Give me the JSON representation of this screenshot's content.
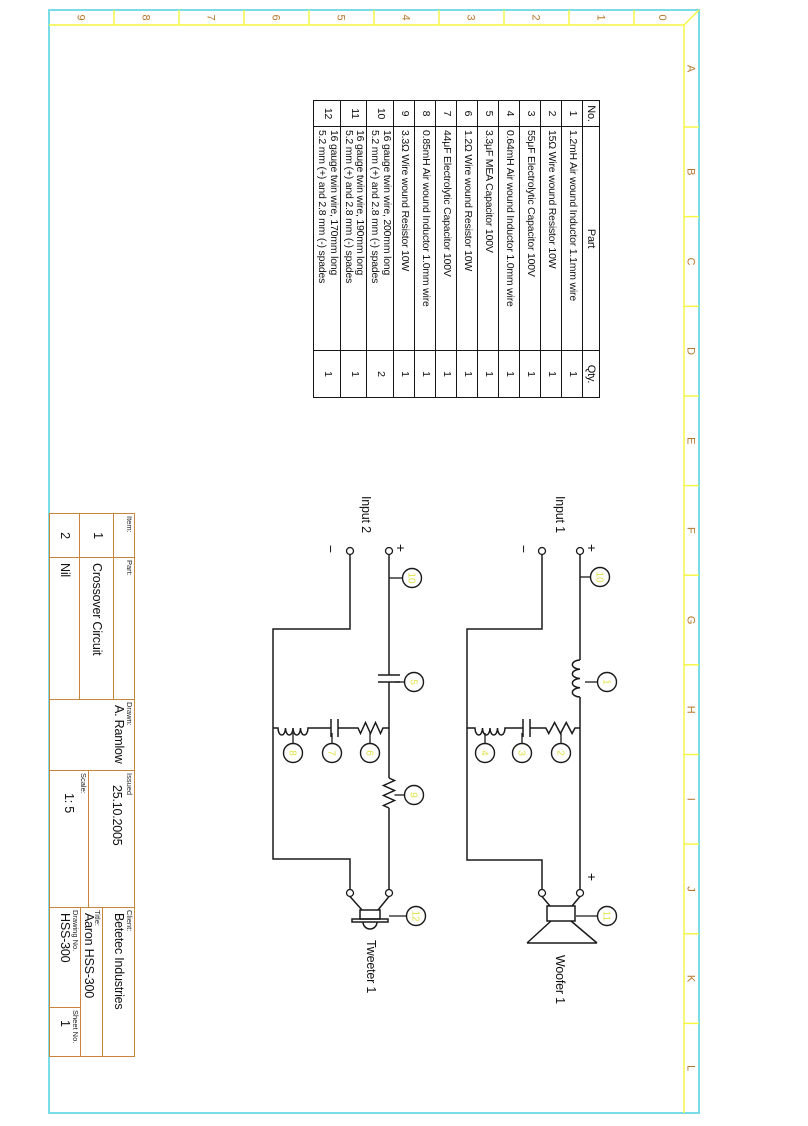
{
  "colors": {
    "page_border_cyan": "#79dce8",
    "inner_border_yellow": "#f6f63e",
    "grid_label_orange": "#b5772c",
    "title_block_line_orange": "#c8863c",
    "balloon_digit_yellow": "#e2e24a",
    "line_black": "#1a1a1a"
  },
  "grid": {
    "letters": [
      "A",
      "B",
      "C",
      "D",
      "E",
      "F",
      "G",
      "H",
      "I",
      "J",
      "K",
      "L"
    ],
    "numbers": [
      "0",
      "1",
      "2",
      "3",
      "4",
      "5",
      "6",
      "7",
      "8",
      "9"
    ]
  },
  "parts_table": {
    "headers": {
      "no": "No.",
      "part": "Part",
      "qty": "Qty."
    },
    "rows": [
      {
        "no": "1",
        "part": "1.2mH Air wound Inductor 1.1mm wire",
        "qty": "1"
      },
      {
        "no": "2",
        "part": "15Ω Wire wound Resistor 10W",
        "qty": "1"
      },
      {
        "no": "3",
        "part": "55μF Electrolytic Capacitor 100V",
        "qty": "1"
      },
      {
        "no": "4",
        "part": "0.64mH Air wound Inductor 1.0mm wire",
        "qty": "1"
      },
      {
        "no": "5",
        "part": "3.3μF MEA Capacitor 100V",
        "qty": "1"
      },
      {
        "no": "6",
        "part": "1.2Ω Wire wound Resistor 10W",
        "qty": "1"
      },
      {
        "no": "7",
        "part": "44μF Electrolytic Capacitor 100V",
        "qty": "1"
      },
      {
        "no": "8",
        "part": "0.85mH Air wound Inductor 1.0mm wire",
        "qty": "1"
      },
      {
        "no": "9",
        "part": "3.3Ω Wire wound Resistor 10W",
        "qty": "1"
      },
      {
        "no": "10",
        "part": "16 gauge twin wire, 200mm long\n5.2 mm (+) and 2.8 mm (-) spades",
        "qty": "2"
      },
      {
        "no": "11",
        "part": "16 gauge twin wire, 190mm long\n5.2 mm (+) and 2.8 mm (-) spades",
        "qty": "1"
      },
      {
        "no": "12",
        "part": "16 gauge twin wire, 170mm long\n5.2 mm (+) and 2.8 mm (-) spades",
        "qty": "1"
      }
    ]
  },
  "title_block": {
    "item_label": "Item:",
    "part_label": "Part:",
    "rows": [
      {
        "item": "1",
        "part": "Crossover Circuit"
      },
      {
        "item": "2",
        "part": "Nil"
      }
    ],
    "drawn_label": "Drawn:",
    "drawn": "A. Ramlow",
    "issued_label": "Issued",
    "issued": "25.10.2005",
    "scale_label": "Scale:",
    "scale": "1: 5",
    "client_label": "Client:",
    "client": "Betetec Industries",
    "title_label": "Title:",
    "title": "Aaron HSS-300",
    "drawing_no_label": "Drawing No.",
    "drawing_no": "HSS-300",
    "sheet_no_label": "Sheet No.",
    "sheet_no": "1"
  },
  "circuit1": {
    "input_label": "Input 1",
    "plus": "+",
    "minus": "−",
    "speaker_label": "Woofer 1",
    "balloons": {
      "input_wire": "10",
      "series_inductor": "1",
      "shunt_resistor": "2",
      "shunt_capacitor": "3",
      "shunt_inductor": "4",
      "speaker_wire": "11"
    }
  },
  "circuit2": {
    "input_label": "Input 2",
    "plus": "+",
    "minus": "−",
    "speaker_label": "Tweeter 1",
    "balloons": {
      "input_wire": "10",
      "series_capacitor": "5",
      "shunt_resistor": "6",
      "shunt_capacitor": "7",
      "shunt_inductor": "8",
      "series_resistor": "9",
      "speaker_wire": "12"
    }
  }
}
